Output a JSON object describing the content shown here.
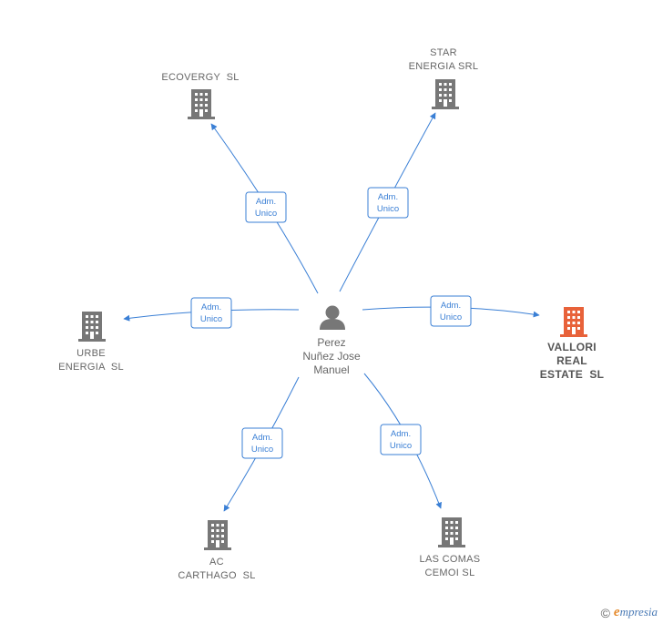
{
  "colors": {
    "edge": "#3a7fd5",
    "building": "#777777",
    "main_building": "#e8623a",
    "person": "#777777"
  },
  "center": {
    "icon": "person-icon",
    "label_lines": [
      "Perez",
      "Nuñez Jose",
      "Manuel"
    ]
  },
  "nodes": [
    {
      "id": "ecovergy",
      "label_lines": [
        "ECOVERGY  SL"
      ],
      "highlight": false,
      "edge_label": [
        "Adm.",
        "Unico"
      ]
    },
    {
      "id": "star",
      "label_lines": [
        "STAR",
        "ENERGIA SRL"
      ],
      "highlight": false,
      "edge_label": [
        "Adm.",
        "Unico"
      ]
    },
    {
      "id": "urbe",
      "label_lines": [
        "URBE",
        "ENERGIA  SL"
      ],
      "highlight": false,
      "edge_label": [
        "Adm.",
        "Unico"
      ]
    },
    {
      "id": "vallori",
      "label_lines": [
        "VALLORI",
        "REAL",
        "ESTATE  SL"
      ],
      "highlight": true,
      "edge_label": [
        "Adm.",
        "Unico"
      ]
    },
    {
      "id": "ac",
      "label_lines": [
        "AC",
        "CARTHAGO  SL"
      ],
      "highlight": false,
      "edge_label": [
        "Adm.",
        "Unico"
      ]
    },
    {
      "id": "lascomas",
      "label_lines": [
        "LAS COMAS",
        "CEMOI SL"
      ],
      "highlight": false,
      "edge_label": [
        "Adm.",
        "Unico"
      ]
    }
  ],
  "footer": {
    "copyright": "©",
    "brand_first": "e",
    "brand_rest": "mpresia"
  }
}
